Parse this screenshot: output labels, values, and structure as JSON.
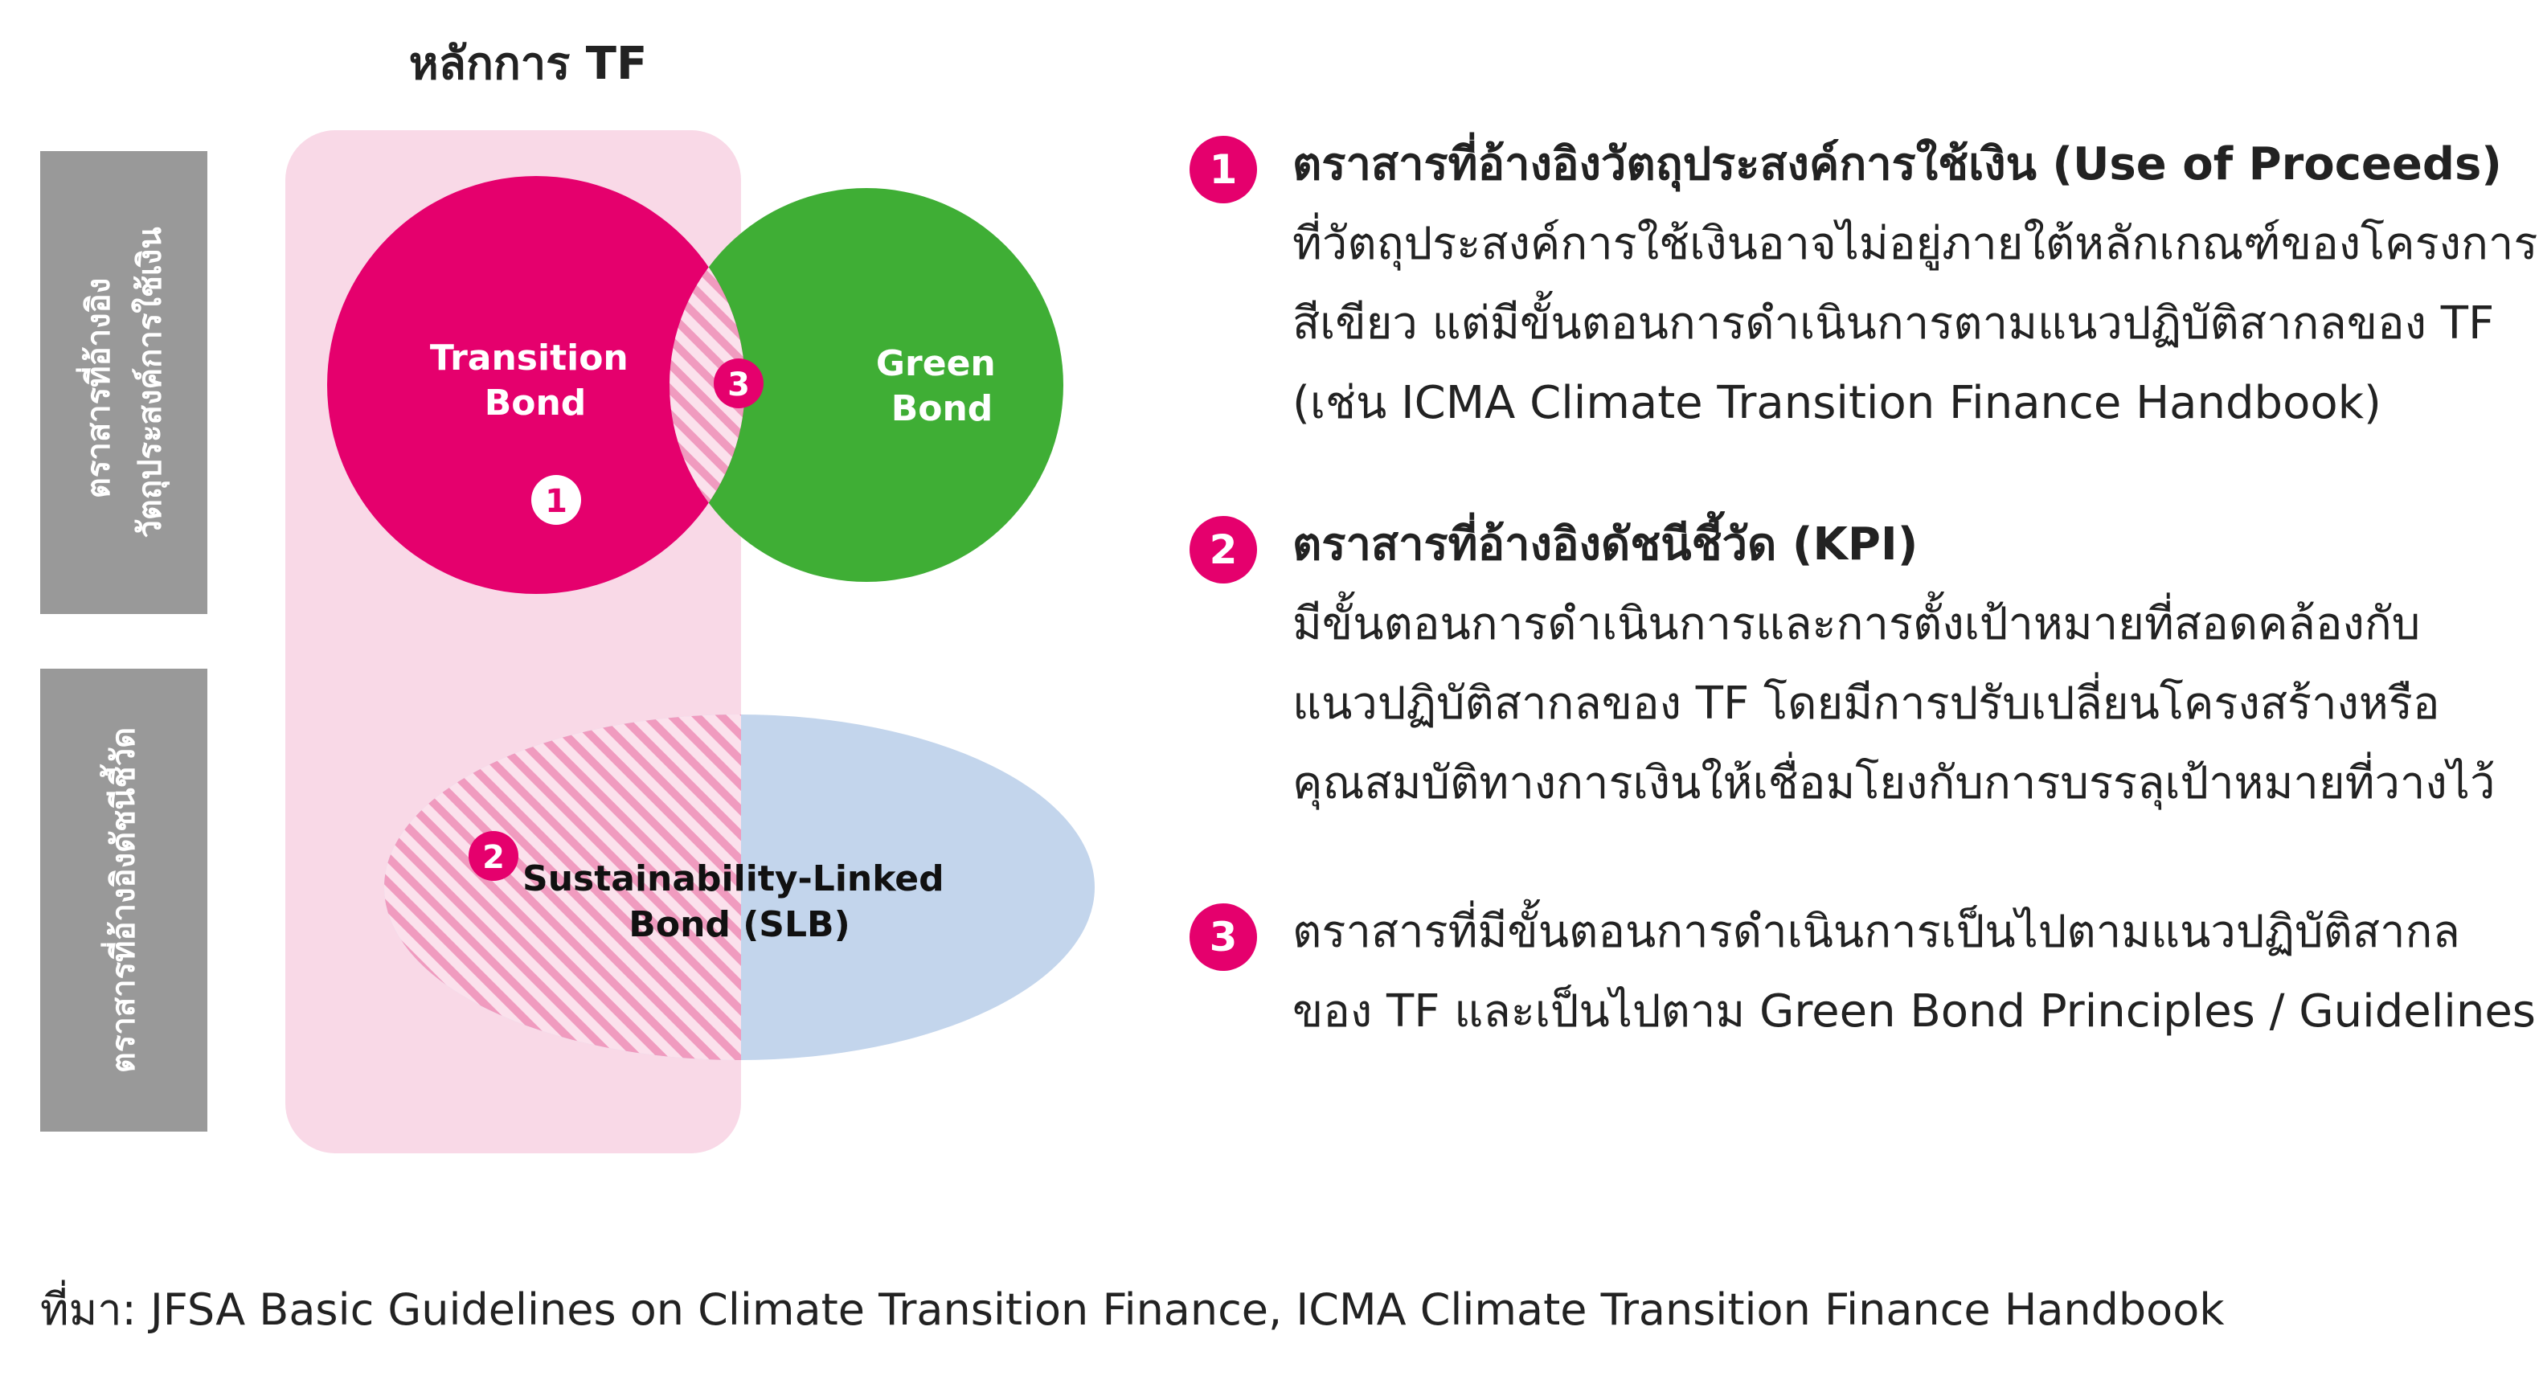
{
  "diagram": {
    "title": "หลักการ TF",
    "side_labels": {
      "top": [
        "ตราสารที่อ้างอิง",
        "วัตถุประสงค์การใช้เงิน"
      ],
      "bottom": "ตราสารที่อ้างอิงดัชนีชี้วัด"
    },
    "circles": {
      "transition": [
        "Transition",
        "Bond"
      ],
      "green": [
        "Green",
        "Bond"
      ],
      "slb": [
        "Sustainability-Linked",
        "Bond (SLB)"
      ]
    },
    "markers": [
      "1",
      "2",
      "3"
    ]
  },
  "legend": [
    {
      "number": "1",
      "heading": "ตราสารที่อ้างอิงวัตถุประสงค์การใช้เงิน (Use of Proceeds)",
      "body": [
        "ที่วัตถุประสงค์การใช้เงินอาจไม่อยู่ภายใต้หลักเกณฑ์ของโครงการ",
        "สีเขียว แต่มีขั้นตอนการดำเนินการตามแนวปฏิบัติสากลของ TF",
        "(เช่น ICMA Climate Transition Finance Handbook)"
      ]
    },
    {
      "number": "2",
      "heading": "ตราสารที่อ้างอิงดัชนีชี้วัด (KPI)",
      "body": [
        "มีขั้นตอนการดำเนินการและการตั้งเป้าหมายที่สอดคล้องกับ",
        "แนวปฏิบัติสากลของ TF โดยมีการปรับเปลี่ยนโครงสร้างหรือ",
        "คุณสมบัติทางการเงินให้เชื่อมโยงกับการบรรลุเป้าหมายที่วางไว้"
      ]
    },
    {
      "number": "3",
      "heading": "",
      "body": [
        "ตราสารที่มีขั้นตอนการดำเนินการเป็นไปตามแนวปฏิบัติสากล",
        "ของ TF และเป็นไปตาม Green Bond Principles / Guidelines"
      ]
    }
  ],
  "source": "ที่มา: JFSA Basic Guidelines on Climate Transition Finance, ICMA Climate Transition Finance Handbook",
  "colors": {
    "magenta": "#e5006d",
    "green": "#3fae35",
    "light_pink": "#f9d9e7",
    "light_blue": "#c3d5ec",
    "hatch_pink": "#f09bbf",
    "gray": "#999999"
  }
}
